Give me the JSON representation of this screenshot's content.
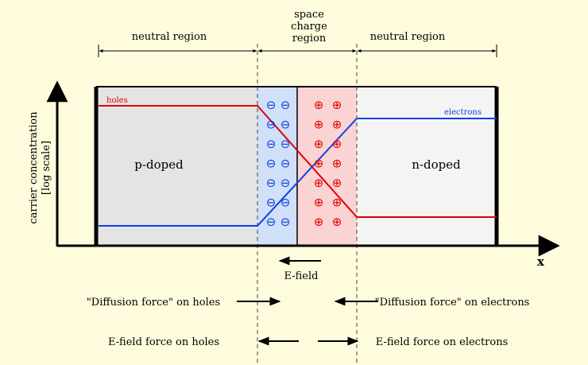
{
  "labels": {
    "neutral_left": "neutral region",
    "space_charge": [
      "space",
      "charge",
      "region"
    ],
    "neutral_right": "neutral region",
    "y_axis": [
      "carrier concentration",
      "[log scale]"
    ],
    "x_axis": "x",
    "p_doped": "p-doped",
    "n_doped": "n-doped",
    "holes": "holes",
    "electrons": "electrons",
    "e_field": "E-field",
    "diffusion_holes": "\"Diffusion force\" on holes",
    "diffusion_electrons": "\"Diffusion force\" on electrons",
    "efield_holes": "E-field force on holes",
    "efield_electrons": "E-field force on electrons"
  },
  "symbols": {
    "negative": "⊖",
    "positive": "⊕"
  },
  "colors": {
    "background": "#fffcdd",
    "p_region": "#e4e4e4",
    "n_region": "#f4f4f4",
    "depletion_neg": "#cfe0f8",
    "depletion_pos": "#fbd3d3",
    "holes": "#e00000",
    "electrons": "#1040e0",
    "axis": "#000000"
  }
}
